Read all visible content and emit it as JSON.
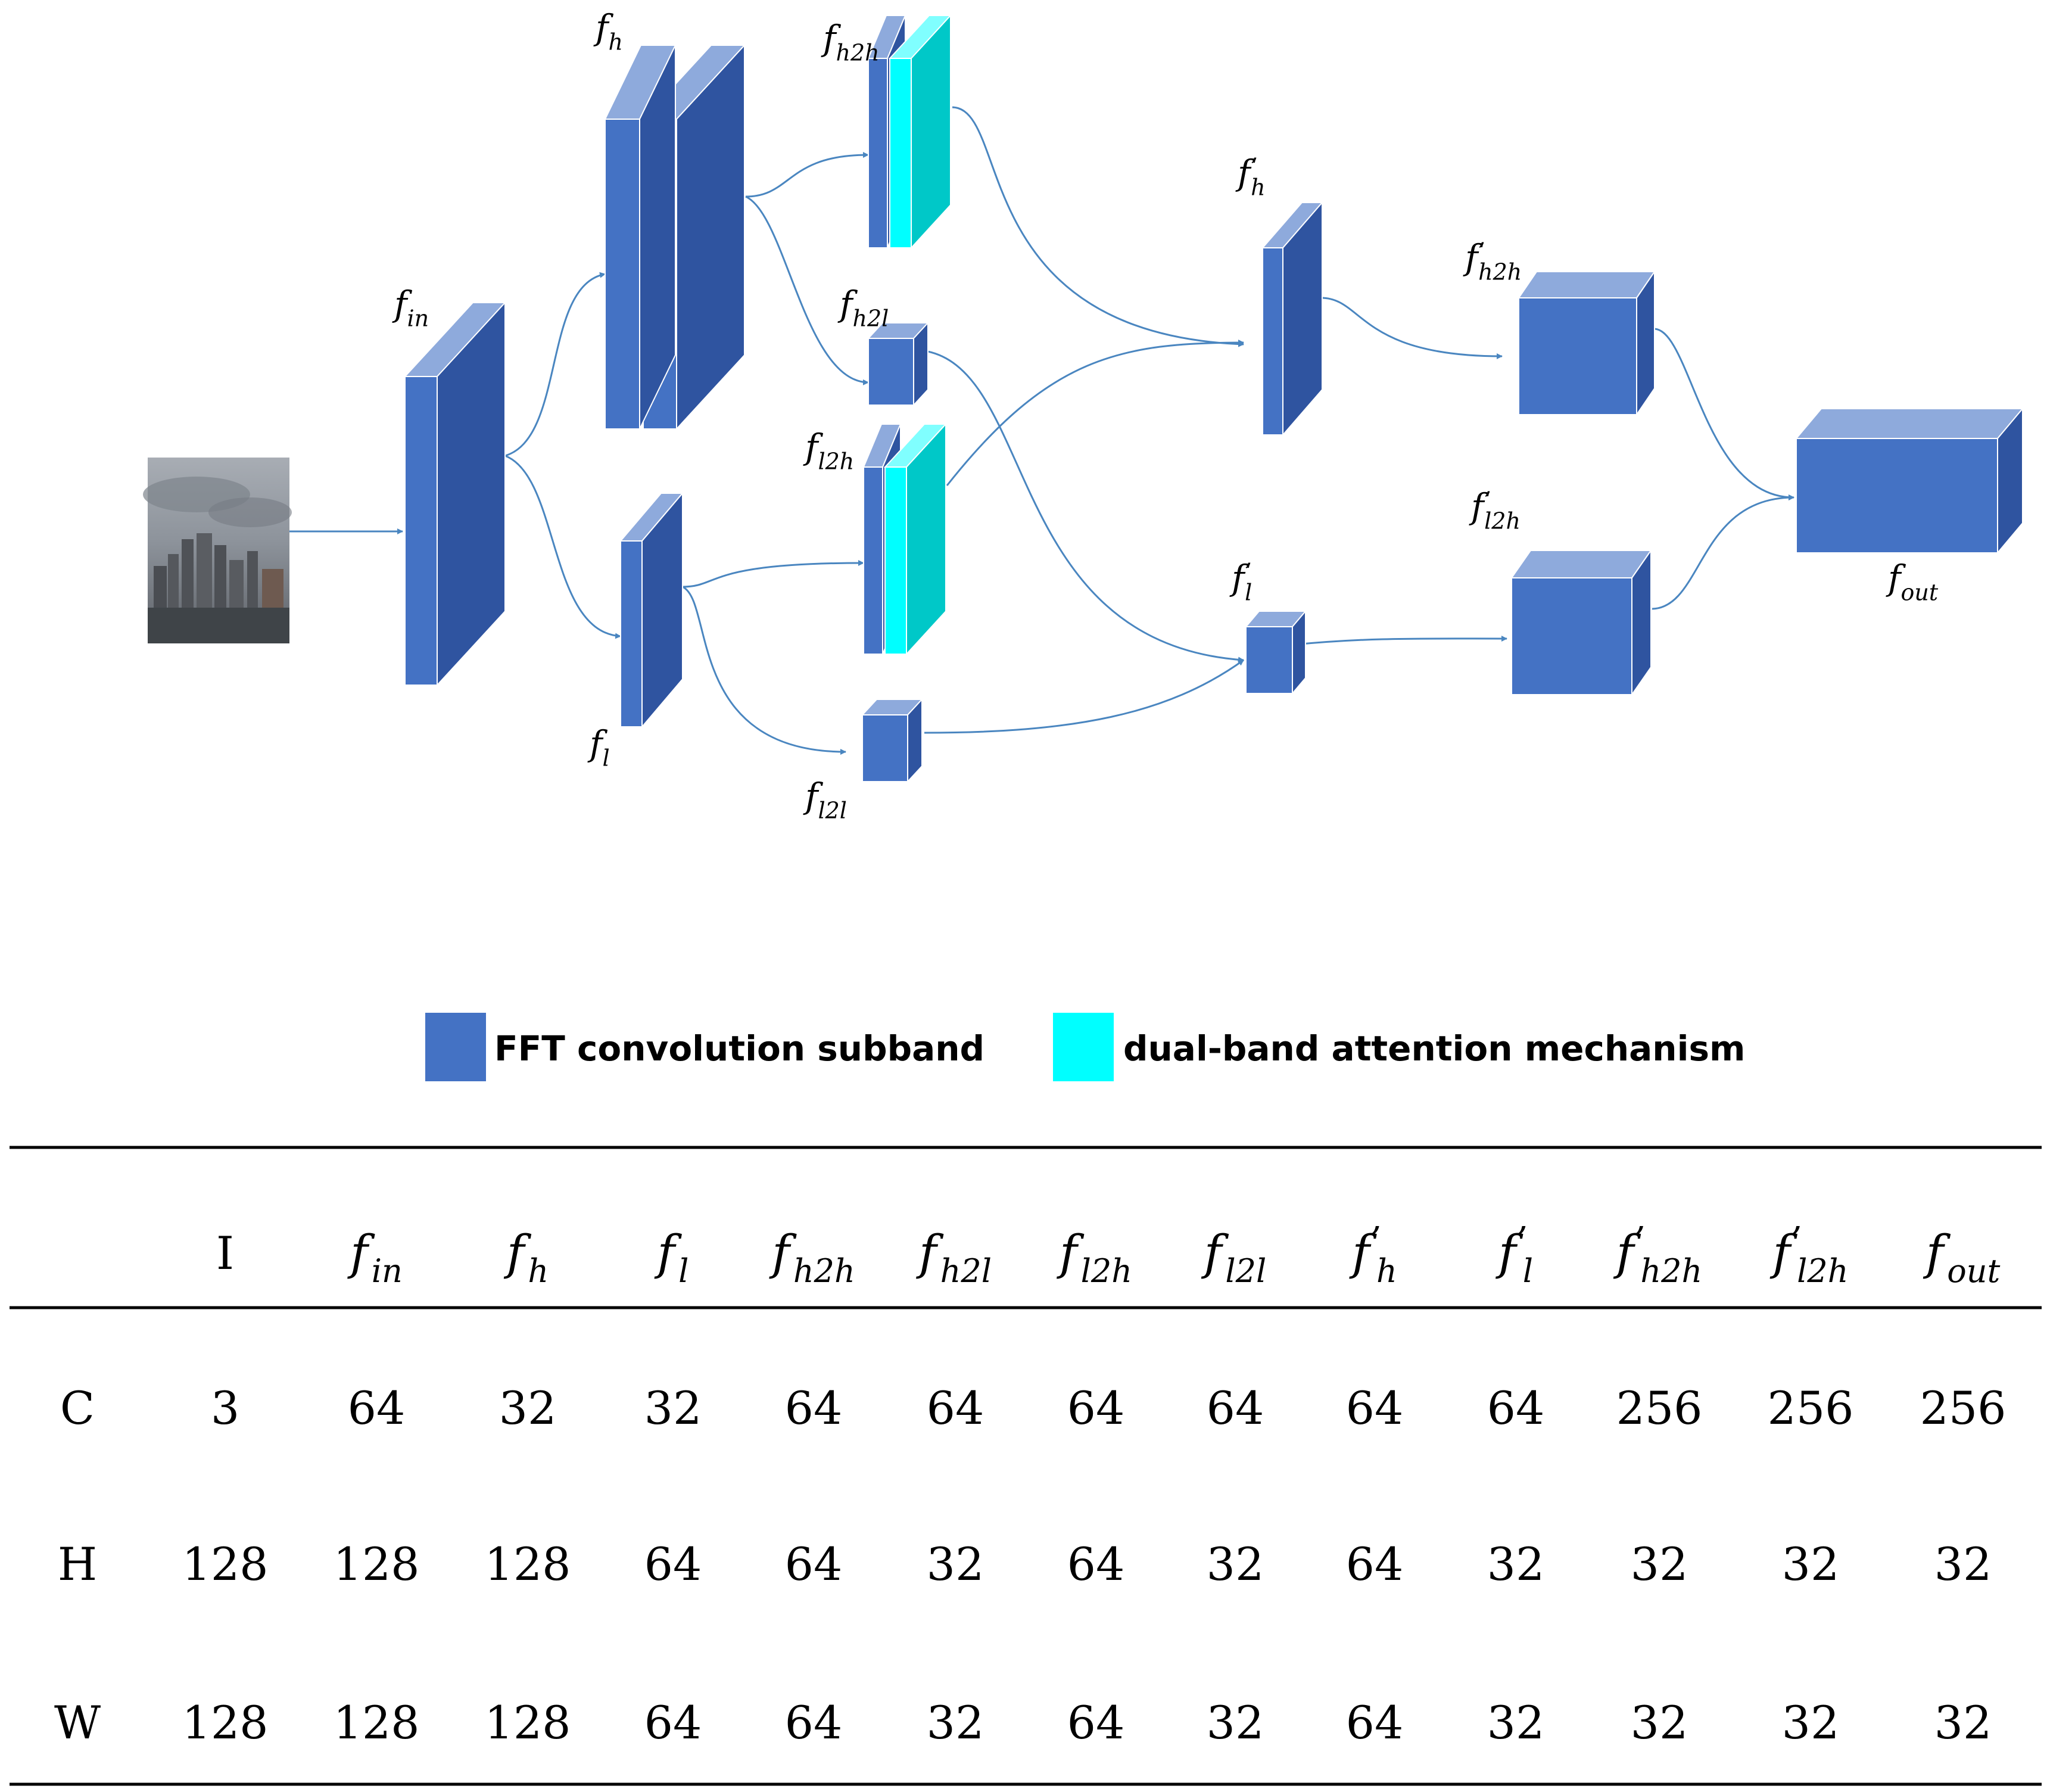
{
  "colors": {
    "fft_front": "#4472c4",
    "fft_side": "#2f54a0",
    "fft_top": "#8eaadc",
    "attn_front": "#00ffff",
    "attn_side": "#00c8c8",
    "attn_top": "#80ffff",
    "arrow": "#4a86c0"
  },
  "icons": {
    "input_image": "city-skyline-photo"
  },
  "labels": {
    "f_in": {
      "main": "f",
      "sub": "in",
      "prime": ""
    },
    "f_h": {
      "main": "f",
      "sub": "h",
      "prime": ""
    },
    "f_l": {
      "main": "f",
      "sub": "l",
      "prime": ""
    },
    "f_h2h": {
      "main": "f",
      "sub": "h2h",
      "prime": ""
    },
    "f_h2l": {
      "main": "f",
      "sub": "h2l",
      "prime": ""
    },
    "f_l2h": {
      "main": "f",
      "sub": "l2h",
      "prime": ""
    },
    "f_l2l": {
      "main": "f",
      "sub": "l2l",
      "prime": ""
    },
    "fp_h": {
      "main": "f",
      "sub": "h",
      "prime": "’"
    },
    "fp_l": {
      "main": "f",
      "sub": "l",
      "prime": "’"
    },
    "fp_h2h": {
      "main": "f",
      "sub": "h2h",
      "prime": "’"
    },
    "fp_l2h": {
      "main": "f",
      "sub": "l2h",
      "prime": "’"
    },
    "f_out": {
      "main": "f",
      "sub": "out",
      "prime": ""
    }
  },
  "legend": {
    "fft": "FFT convolution subband",
    "attn": "dual-band attention mechanism"
  },
  "table": {
    "columns": [
      {
        "main": "I",
        "sub": "",
        "prime": "",
        "italic": false
      },
      {
        "main": "f",
        "sub": "in",
        "prime": "",
        "italic": true
      },
      {
        "main": "f",
        "sub": "h",
        "prime": "",
        "italic": true
      },
      {
        "main": "f",
        "sub": "l",
        "prime": "",
        "italic": true
      },
      {
        "main": "f",
        "sub": "h2h",
        "prime": "",
        "italic": true
      },
      {
        "main": "f",
        "sub": "h2l",
        "prime": "",
        "italic": true
      },
      {
        "main": "f",
        "sub": "l2h",
        "prime": "",
        "italic": true
      },
      {
        "main": "f",
        "sub": "l2l",
        "prime": "",
        "italic": true
      },
      {
        "main": "f",
        "sub": "h",
        "prime": "’",
        "italic": true
      },
      {
        "main": "f",
        "sub": "l",
        "prime": "’",
        "italic": true
      },
      {
        "main": "f",
        "sub": "h2h",
        "prime": "’",
        "italic": true
      },
      {
        "main": "f",
        "sub": "l2h",
        "prime": "’",
        "italic": true
      },
      {
        "main": "f",
        "sub": "out",
        "prime": "",
        "italic": true
      }
    ],
    "rows": [
      {
        "label": "C",
        "values": [
          "3",
          "64",
          "32",
          "32",
          "64",
          "64",
          "64",
          "64",
          "64",
          "64",
          "256",
          "256",
          "256"
        ]
      },
      {
        "label": "H",
        "values": [
          "128",
          "128",
          "128",
          "64",
          "64",
          "32",
          "64",
          "32",
          "64",
          "32",
          "32",
          "32",
          "32"
        ]
      },
      {
        "label": "W",
        "values": [
          "128",
          "128",
          "128",
          "64",
          "64",
          "32",
          "64",
          "32",
          "64",
          "32",
          "32",
          "32",
          "32"
        ]
      }
    ]
  }
}
